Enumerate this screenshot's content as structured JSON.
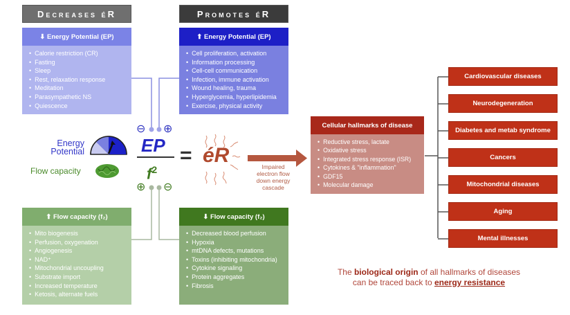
{
  "headers": {
    "decreases": "Decreases éR",
    "promotes": "Promotes éR"
  },
  "boxes": {
    "ep_decrease": {
      "title": "⬇ Energy Potential (EP)",
      "items": [
        "Calorie restriction (CR)",
        "Fasting",
        "Sleep",
        "Rest, relaxation response",
        "Meditation",
        "Parasympathetic NS",
        "Quiescence"
      ]
    },
    "ep_increase": {
      "title": "⬆ Energy Potential (EP)",
      "items": [
        "Cell proliferation, activation",
        "Information processing",
        "Cell-cell communication",
        "Infection, immune activation",
        "Wound healing, trauma",
        "Hyperglycemia, hyperlipidemia",
        "Exercise, physical activity"
      ]
    },
    "fc_increase": {
      "title": "⬆ Flow capacity (f₂)",
      "items": [
        "Mito biogenesis",
        "Perfusion, oxygenation",
        "Angiogenesis",
        "NAD⁺",
        "Mitochondrial uncoupling",
        "Substrate import",
        "Increased temperature",
        "Ketosis, alternate fuels"
      ]
    },
    "fc_decrease": {
      "title": "⬇ Flow capacity (f₂)",
      "items": [
        "Decreased blood perfusion",
        "Hypoxia",
        "mtDNA defects, mutations",
        "Toxins (inhibiting mitochondria)",
        "Cytokine signaling",
        "Protein aggregates",
        "Fibrosis"
      ]
    }
  },
  "equation": {
    "numerator": "EP",
    "denominator": "f",
    "exponent": "2",
    "equals": "=",
    "result": "éR",
    "top_minus": "⊖",
    "top_plus": "⊕",
    "bottom_plus": "⊕",
    "bottom_minus": "⊖"
  },
  "legend": {
    "energy_potential_line1": "Energy",
    "energy_potential_line2": "Potential",
    "flow_capacity": "Flow capacity",
    "gauge_icon": "gauge-icon",
    "mitochondrion_icon": "mitochondrion-icon"
  },
  "arrow_label": [
    "Impaired",
    "electron flow",
    "down energy",
    "cascade"
  ],
  "hallmarks": {
    "title": "Cellular hallmarks of disease",
    "items": [
      "Reductive stress, lactate",
      "Oxidative stress",
      "Integrated stress response (ISR)",
      "Cytokines & \"inflammation\"",
      "GDF15",
      "Molecular damage"
    ]
  },
  "diseases": [
    "Cardiovascular diseases",
    "Neurodegeneration",
    "Diabetes and metab syndrome",
    "Cancers",
    "Mitochondrial diseases",
    "Aging",
    "Mental illnesses"
  ],
  "summary": {
    "part1": "The ",
    "bold1": "biological origin",
    "part2": " of all hallmarks of diseases",
    "part3": "can be traced back to ",
    "bold2": "energy resistance"
  },
  "colors": {
    "ep_blue": "#2427c4",
    "flow_green": "#3f7a1f",
    "er_red": "#b04a2e",
    "disease_red": "#bf3118"
  }
}
